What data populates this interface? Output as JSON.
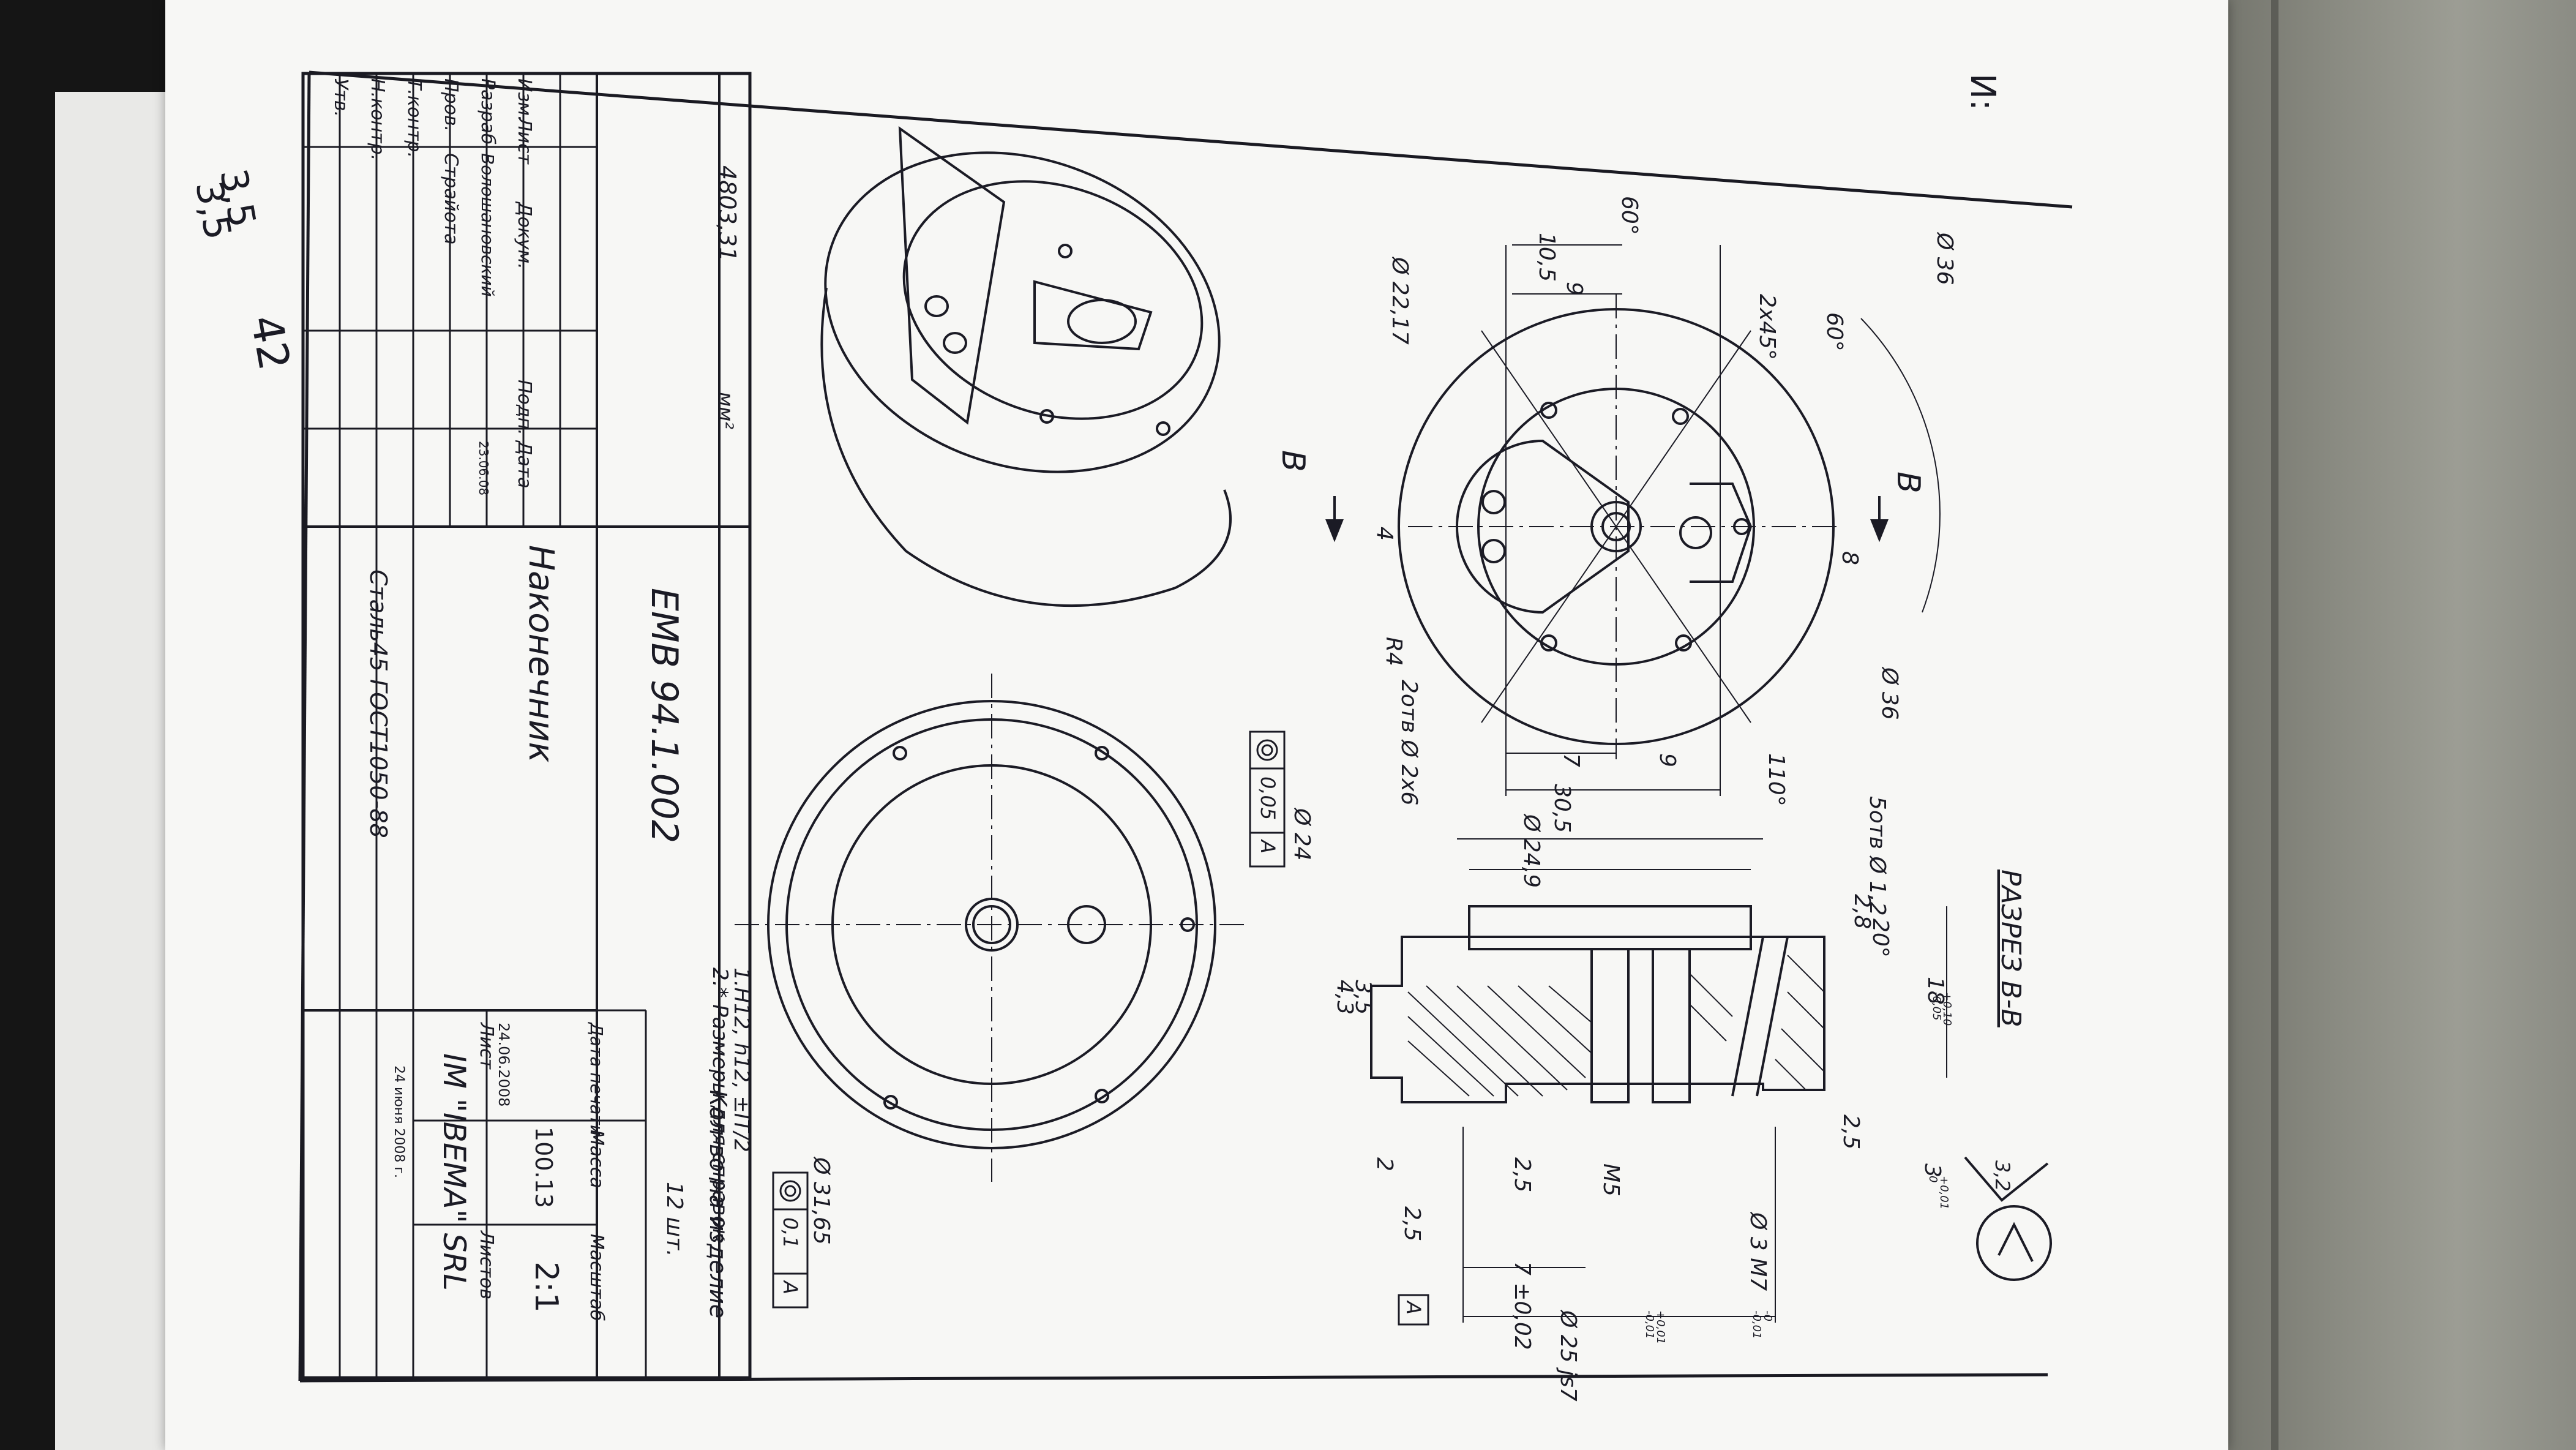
{
  "drawing": {
    "section_title": "РАЗРЕЗ В-В",
    "section_letter": "В",
    "surface_finish_main": "3,2",
    "dims": {
      "d36_top": "Ø 36",
      "d36_bottom": "Ø 36",
      "d22_17": "Ø 22,17",
      "d10_5": "10,5",
      "d9_top": "9",
      "angle60_left": "60°",
      "angle60_right": "60°",
      "chamfer": "2x45°",
      "d4": "4",
      "d8": "8",
      "r4": "R4",
      "holes2": "2отв Ø 2х6",
      "d7": "7",
      "d9_bottom": "9",
      "d30_5": "30,5",
      "d24_9": "Ø 24,9",
      "d24": "Ø 24",
      "runout_a_top": "0,05",
      "runout_a_bottom": "0,1",
      "datum": "A",
      "angle110": "110°",
      "holes5": "5отв Ø 1,2",
      "angle20": "20°",
      "d2_8": "2,8",
      "d18": "18",
      "d18_tol_top": "+0,10",
      "d18_tol_bottom": "-0,05",
      "d3_5": "3,5",
      "d4_3": "4,3",
      "d2_5_right": "2,5",
      "d3": "3",
      "d3_tol_top": "+0,01",
      "d3_tol_bottom": "0",
      "d2": "2",
      "d2_5_a": "2,5",
      "d2_5_b": "2,5",
      "m5": "M5",
      "d3_m7": "Ø 3 M7",
      "d3_m7_top": "-0",
      "d3_m7_bottom": "-0,01",
      "d7_tol": "7 ±0,02",
      "d25": "Ø 25 js7",
      "d25_tol_top": "+0,01",
      "d25_tol_bottom": "-0,01",
      "d31_65": "Ø 31,65"
    },
    "notes": [
      "1.H12, h12, ±IT/2",
      "2.* Размеры для справок"
    ]
  },
  "title_block": {
    "area_value": "4803,31",
    "area_unit": "мм²",
    "designation": "EMB 94.1.002",
    "part_name": "Наконечник",
    "material": "Сталь45 ГОСТ1050-88",
    "company": "IM \"IBEMA\" SRL",
    "company_date": "24 июня 2008 г.",
    "quantity_label": "Кол-во на изделие",
    "quantity_value": "12 шт.",
    "print_date_label": "Дата печати",
    "print_date_value": "24.06.2008",
    "mass_label": "Масса",
    "mass_value": "100.13",
    "scale_label": "Масштаб",
    "scale_value": "2:1",
    "sheet_label": "Лист",
    "sheets_label": "Листов",
    "rows": {
      "izm": "Изм.",
      "list": "Лист",
      "dokum": "Докум.",
      "podp": "Подп.",
      "data": "Дата",
      "razrab": "Разраб.",
      "razrab_name": "Волошановский",
      "razrab_date": "23.06.08",
      "prov": "Пров.",
      "prov_name": "Страйота",
      "tkontr": "Т.контр.",
      "nkontr": "Н.контр.",
      "utv": "Утв."
    }
  },
  "handwriting": {
    "notes": [
      "3,5",
      "3,5",
      "42"
    ],
    "corner_mark": "И:"
  }
}
